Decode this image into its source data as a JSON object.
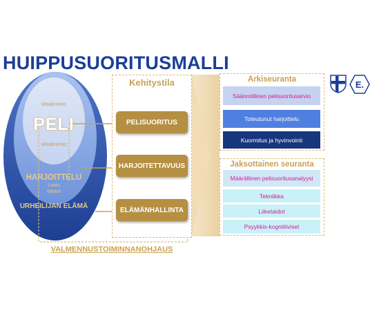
{
  "title": "HUIPPUSUORITUSMALLI",
  "ellipse": {
    "inner_main": "PELI",
    "inner_top": "Maalinteko",
    "inner_bottom": "Maalinesto",
    "middle_main": "HARJOITTELU",
    "middle_sub1": "Laatu",
    "middle_sub2": "Määrä",
    "outer_main": "URHEILIJAN ELÄMÄ"
  },
  "kehitystila": {
    "title": "Kehitystila",
    "buttons": [
      "PELISUORITUS",
      "HARJOITETTAVUUS",
      "ELÄMÄNHALLINTA"
    ]
  },
  "footer_label": "VALMENNUSTOIMINNANOHJAUS",
  "arkiseuranta": {
    "title": "Arkiseuranta",
    "items": [
      "Säännöllinen pelisuoritusarvio",
      "Toteutunut harjoittelu",
      "Kuormitus ja hyvinvointi"
    ]
  },
  "jaksottainen": {
    "title": "Jaksottainen seuranta",
    "items": [
      "Määrällinen pelisuoritusanalyysi",
      "Tekniikka",
      "Liiketaidot",
      "Psyykkis-kognitiiviset"
    ]
  },
  "logos": {
    "left": "shield-cross-logo",
    "right_letter": "E."
  },
  "colors": {
    "dark_blue": "#1a3e96",
    "gold": "#b58f42",
    "light_gold": "#d9b77a",
    "magenta": "#d6189c",
    "navy": "#17367e",
    "mid_blue": "#4f7fe0"
  }
}
